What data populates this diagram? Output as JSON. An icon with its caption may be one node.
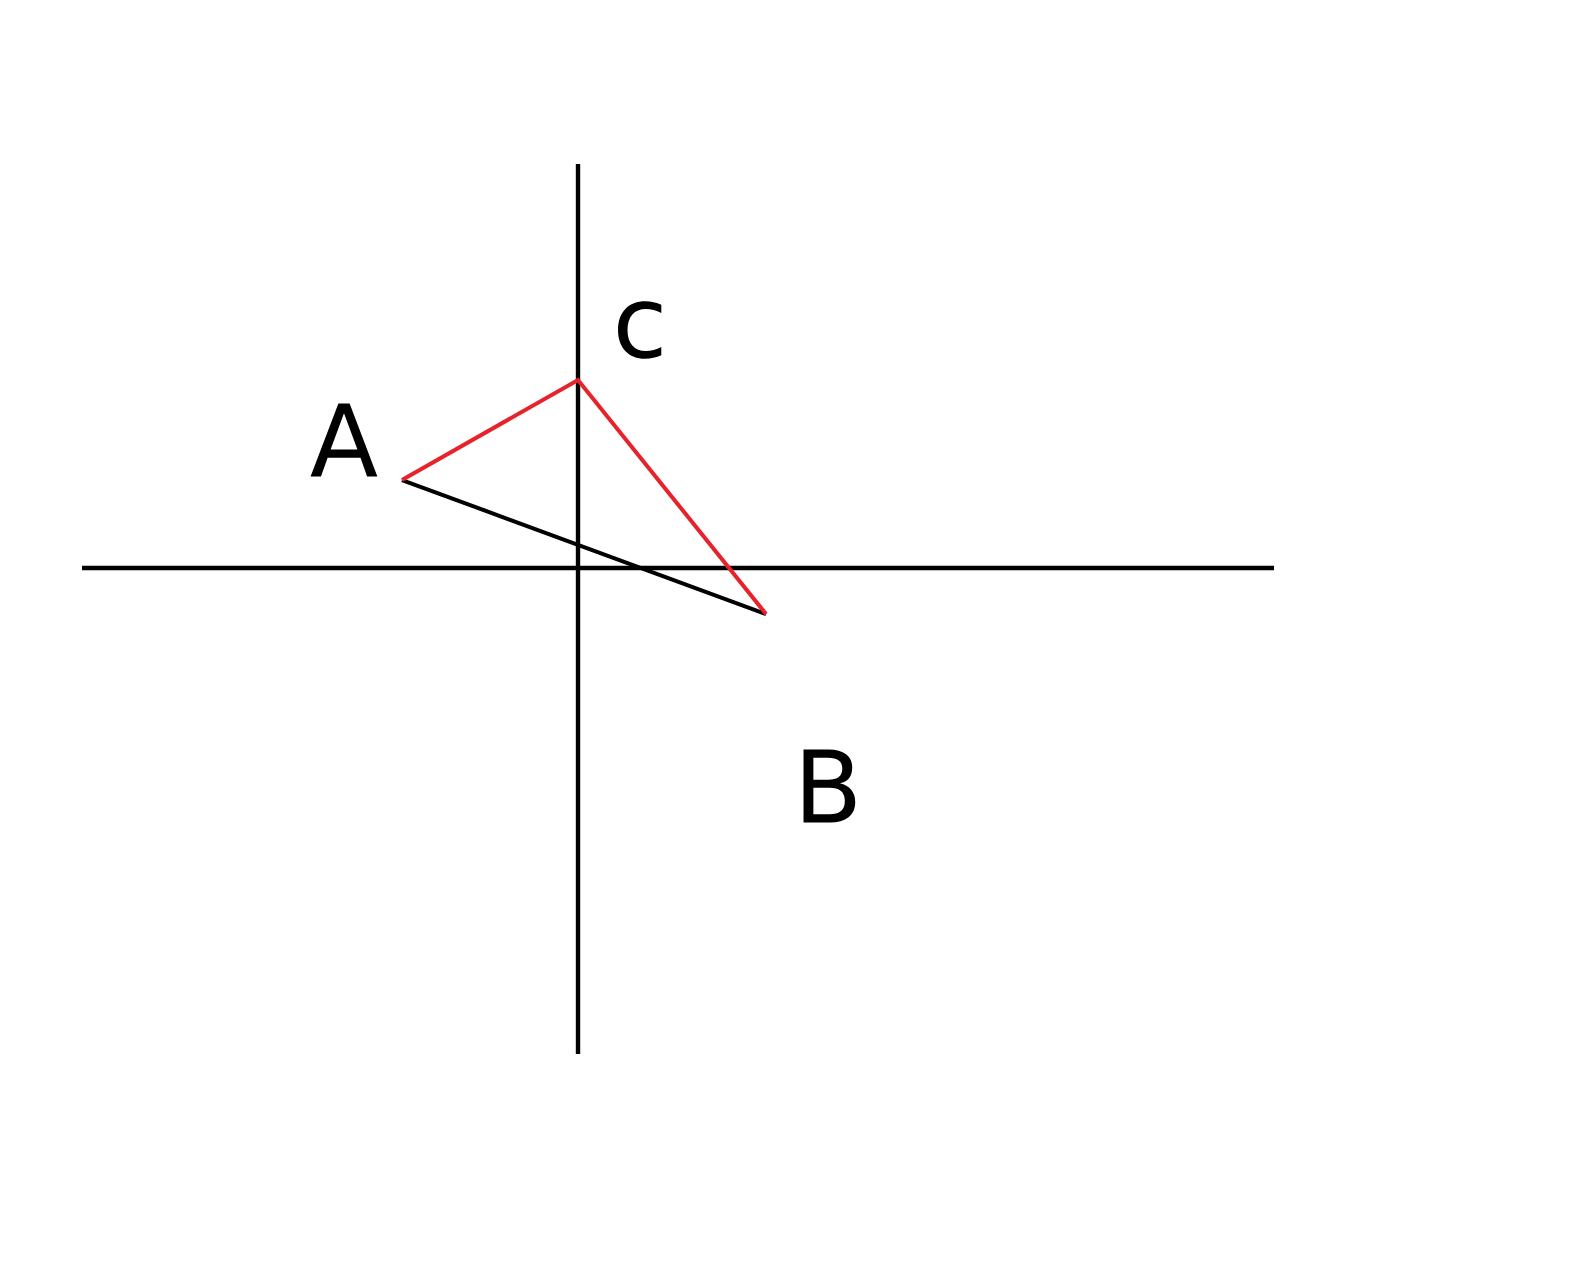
{
  "diagram": {
    "labels": [
      "c",
      "A",
      "B"
    ]
  }
}
